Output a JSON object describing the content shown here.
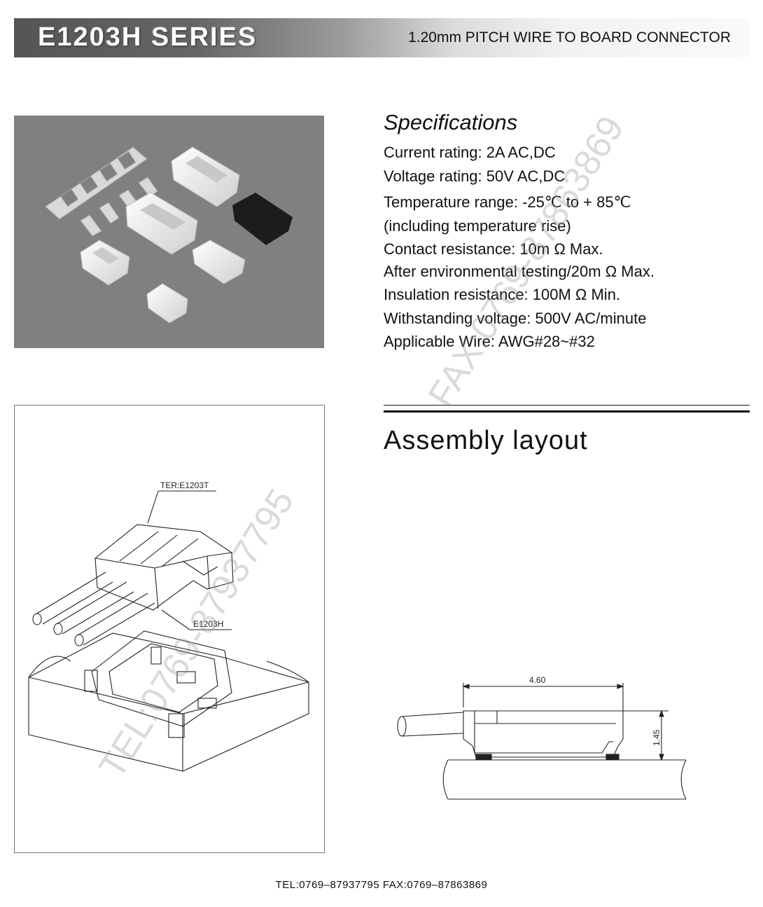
{
  "header": {
    "series": "E1203H SERIES",
    "subtitle": "1.20mm PITCH WIRE TO BOARD CONNECTOR"
  },
  "specifications": {
    "title": "Specifications",
    "lines": [
      "Current rating: 2A AC,DC",
      "Voltage rating: 50V AC,DC",
      "Temperature range: -25℃ to + 85℃",
      "(including temperature rise)",
      "Contact resistance: 10m Ω Max.",
      "After environmental testing/20m Ω Max.",
      "Insulation resistance: 100M Ω Min.",
      "Withstanding voltage: 500V AC/minute",
      "Applicable Wire: AWG#28~#32"
    ]
  },
  "assembly": {
    "title": "Assembly layout",
    "label_terminal": "TER:E1203T",
    "label_housing": "E1203H",
    "dim_width": "4.60",
    "dim_height": "1.45"
  },
  "watermarks": {
    "fax": "FAX:0769-87863869",
    "tel": "TEL:0769-87937795"
  },
  "footer": "TEL:0769–87937795   FAX:0769–87863869"
}
